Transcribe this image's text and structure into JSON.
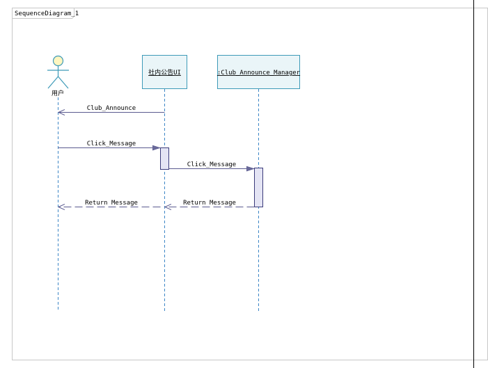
{
  "frame": {
    "title": "SequenceDiagram_1"
  },
  "actor": {
    "name": "用户"
  },
  "objects": [
    {
      "id": "ui",
      "label": "社内公告UI"
    },
    {
      "id": "mgr",
      "label": ":Club_Announce_Manager"
    }
  ],
  "messages": [
    {
      "label": "Club_Announce"
    },
    {
      "label": "Click_Message"
    },
    {
      "label": "Click_Message"
    },
    {
      "label": "Return Message"
    },
    {
      "label": "Return Message"
    }
  ],
  "colors": {
    "frame_border": "#c8c8c8",
    "box_fill": "#eaf5f8",
    "box_border": "#3d9ab8",
    "lifeline": "#3d86c6",
    "arrow": "#5a5a8f",
    "activation_fill": "#e4e4f4",
    "activation_border": "#3a3a7a",
    "actor_head": "#fff6c0"
  }
}
